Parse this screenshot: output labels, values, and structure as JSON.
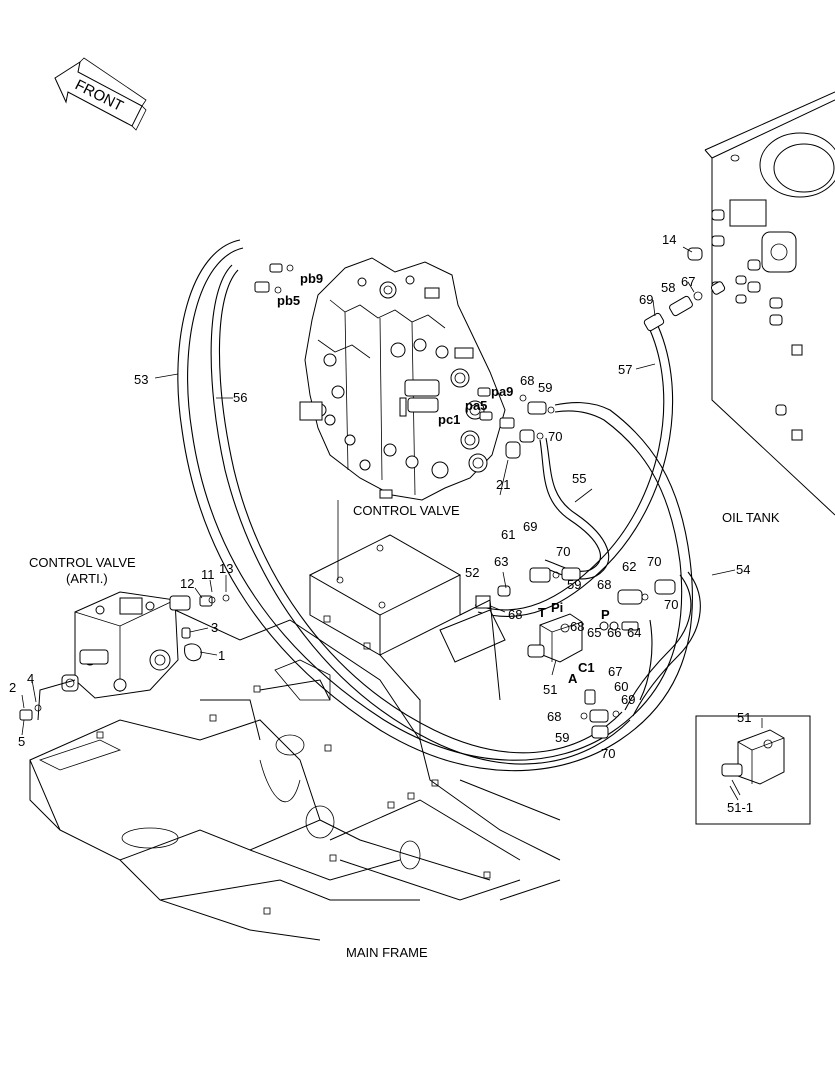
{
  "orientation": {
    "front_label": "FRONT"
  },
  "captions": {
    "control_valve": "CONTROL VALVE",
    "control_valve_arti_line1": "CONTROL VALVE",
    "control_valve_arti_line2": "(ARTI.)",
    "oil_tank": "OIL TANK",
    "main_frame": "MAIN FRAME"
  },
  "port_labels": {
    "pb9": "pb9",
    "pb5": "pb5",
    "pa9": "pa9",
    "pa5": "pa5",
    "pc1": "pc1",
    "T": "T",
    "Pi": "Pi",
    "P": "P",
    "C1": "C1",
    "A": "A"
  },
  "part_numbers": {
    "p1": "1",
    "p2": "2",
    "p3": "3",
    "p4": "4",
    "p5": "5",
    "p11": "11",
    "p12": "12",
    "p13": "13",
    "p14": "14",
    "p21": "21",
    "p51": "51",
    "p51_inset": "51",
    "p51_1": "51-1",
    "p52": "52",
    "p53": "53",
    "p54": "54",
    "p55": "55",
    "p56": "56",
    "p57": "57",
    "p58": "58",
    "p59_a": "59",
    "p59_b": "59",
    "p59_c": "59",
    "p60": "60",
    "p61": "61",
    "p62": "62",
    "p63": "63",
    "p64": "64",
    "p65": "65",
    "p66": "66",
    "p67_a": "67",
    "p67_b": "67",
    "p68_a": "68",
    "p68_b": "68",
    "p68_c": "68",
    "p68_d": "68",
    "p68_e": "68",
    "p69_a": "69",
    "p69_b": "69",
    "p69_c": "69",
    "p70_a": "70",
    "p70_b": "70",
    "p70_c": "70",
    "p70_d": "70",
    "p70_e": "70"
  }
}
